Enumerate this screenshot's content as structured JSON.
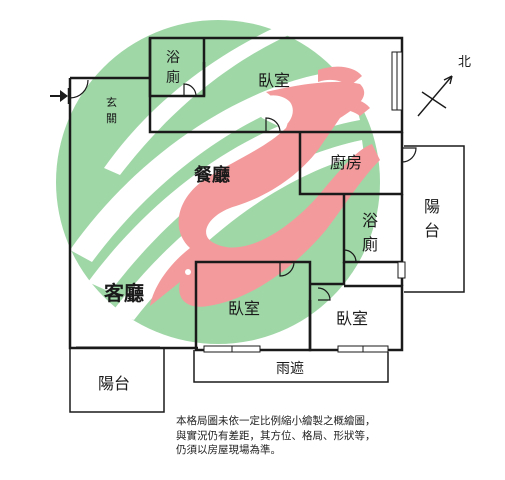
{
  "rooms": {
    "bathroom_top": [
      "浴",
      "廁"
    ],
    "bedroom_top": "臥室",
    "entrance": [
      "玄",
      "關"
    ],
    "dining": "餐廳",
    "kitchen": "廚房",
    "balcony_right": [
      "陽",
      "台"
    ],
    "bathroom_mid": [
      "浴",
      "廁"
    ],
    "living": "客廳",
    "bedroom_center": "臥室",
    "bedroom_right": "臥室",
    "rain_shelter": "雨遮",
    "balcony_left": "陽台"
  },
  "compass": {
    "label": "北"
  },
  "disclaimer": [
    "本格局圖未依一定比例縮小繪製之概繪圖，",
    "與實況仍有差距，其方位、格局、形狀等，",
    "仍須以房屋現場為準。"
  ],
  "colors": {
    "wall": "#1a1a1a",
    "logo_green": "#9fd7a7",
    "logo_pink": "#f39a9c",
    "background": "#ffffff"
  }
}
